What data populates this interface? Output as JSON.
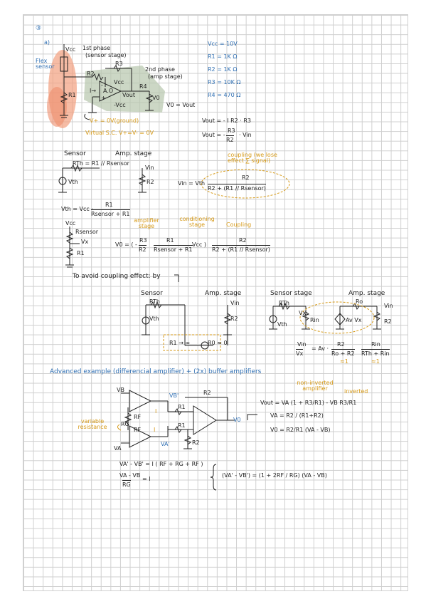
{
  "page": {
    "number": "③",
    "part": "a)"
  },
  "sec1": {
    "phase1": "1st phase",
    "phase1_sub": "(sensor stage)",
    "phase2": "2nd phase",
    "phase2_sub": "(amp stage)",
    "flex_sensor": "Flex sensor",
    "vcc_top": "Vcc",
    "r1": "R1",
    "r2": "R2",
    "r3": "R3",
    "r4": "R4",
    "vcc_amp": "Vcc",
    "neg_vcc": "-Vcc",
    "opamp": "A.O",
    "minus": "-",
    "plus": "+",
    "i_rz": "I→",
    "vout_node": "Vout",
    "v0": "V0",
    "v0_eq": "V0 = Vout",
    "v_ground": "V+ = 0V(ground)",
    "virtual_sc": "Virtual S.C. V+=V- = 0V"
  },
  "values": [
    "Vcc = 10V",
    "R1 = 1K Ω",
    "R2 = 1K Ω",
    "R3 = 10K Ω",
    "R4 = 470 Ω"
  ],
  "eqs": {
    "vout1": "Vout = - I R2 · R3",
    "vout2_lhs": "Vout = -",
    "vout2_num": "R3",
    "vout2_den": "R2",
    "vout2_rhs": "· Vin"
  },
  "sec2": {
    "sensor": "Sensor",
    "amp_stage": "Amp. stage",
    "rth": "RTh = R1 // Rsensor",
    "vin": "Vin",
    "vth": "Vth",
    "r2": "R2",
    "coupling_note": "coupling (we lose effect ∑ signal)",
    "vin_eq_lhs": "Vin = Vth",
    "vin_eq_num": "R2",
    "vin_eq_den": "R2 + (R1 // Rsensor)",
    "vth_eq_lhs": "Vth = Vcc ·",
    "vth_eq_num": "R1",
    "vth_eq_den": "Rsensor + R1"
  },
  "sec3": {
    "vcc": "Vcc",
    "rsensor": "Rsensor",
    "vx": "Vx",
    "r1": "R1",
    "amp_stage_label": "amplifier stage",
    "cond_stage_label": "conditioning stage",
    "coupling_label": "Coupling",
    "v0_lhs": "V0 = ( -",
    "f1_num": "R3",
    "f1_den": "R2",
    "f2_num": "R1",
    "f2_den": "Rsensor + R1",
    "vcc_mid": "Vcc )",
    "f3_num": "R2",
    "f3_den": "R2 + (R1 // Rsensor)"
  },
  "sec4": {
    "avoid": "To avoid coupling effect: by",
    "sensor": "Sensor",
    "amp_stage": "Amp. stage",
    "rth": "RTh",
    "vin": "Vin",
    "vth": "Vth",
    "r2": "R2",
    "r_in": "R1 → ∞",
    "r0": "R0 ≈ 0",
    "sensor_stage": "Sensor stage",
    "amp_stage2": "Amp. stage",
    "rth2": "RTh",
    "vx": "Vx",
    "rin": "Rin",
    "av_vx": "Av Vx",
    "ro": "Ro",
    "vin2": "Vin",
    "vth2": "Vth",
    "r2b": "R2",
    "ratio_num": "Vin",
    "ratio_den": "Vx",
    "av": "= Av ·",
    "g1_num": "R2",
    "g1_den": "Ro + R2",
    "g2_num": "Rin",
    "g2_den": "RTh + Rin",
    "approx": "≈1"
  },
  "sec5": {
    "title": "Advanced example (differencial amplifier) + (2x) buffer amplifiers",
    "non_inverted": "non-inverted amplifier",
    "inverted": "inverted",
    "vout_eq": "Vout = VA (1 + R3/R1) - VB R3/R1",
    "va_eq": "VA = R2 / (R1+R2)",
    "vo_eq": "V0 = R2/R1 (VA - VB)",
    "variable_res": "variable resistance",
    "rg": "RG",
    "rf1": "RF",
    "rf2": "RF",
    "vb": "VB",
    "va": "VA",
    "vb_p": "VB'",
    "va_p": "VA'",
    "r1": "R1",
    "r2": "R2",
    "r1b": "R1",
    "r2b": "R2",
    "vo": "V0",
    "i1": "I",
    "i2": "I",
    "eq1": "VA' - VB' = I ( RF + RG + RF )",
    "eq2_num": "VA - VB",
    "eq2_den": "RG",
    "eq2_rhs": "= I",
    "eq3": "(VA' - VB') = (1 + 2RF / RG) (VA - VB)"
  }
}
